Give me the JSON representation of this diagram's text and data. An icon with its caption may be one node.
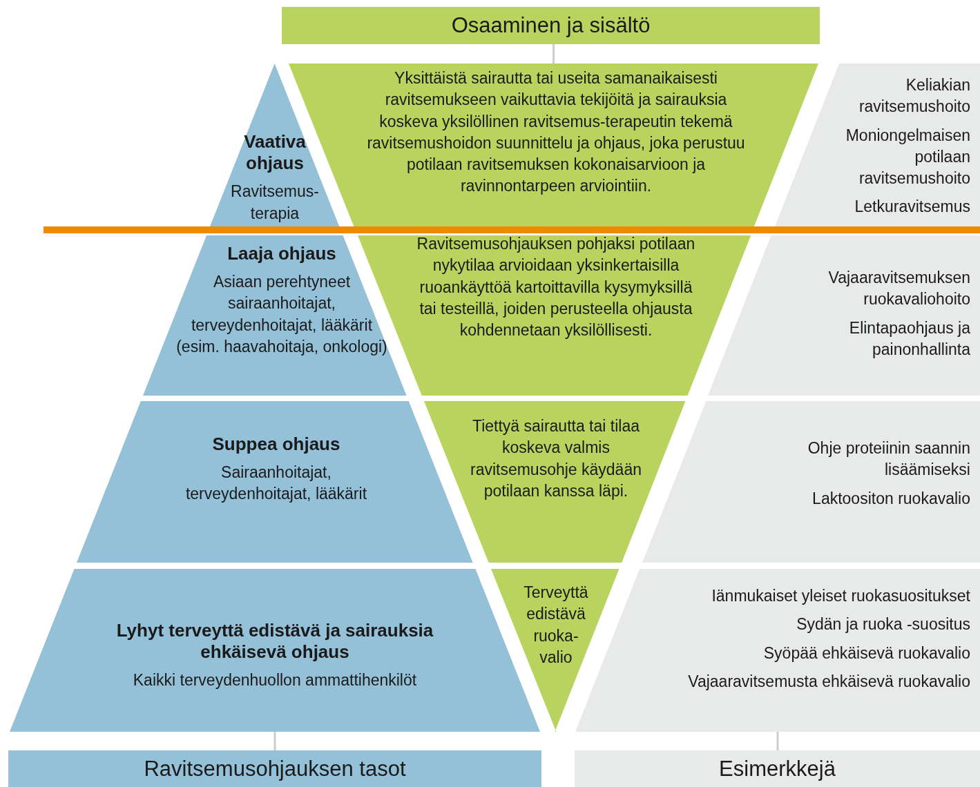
{
  "diagram": {
    "nodes": [
      {
        "text": [
          "Osaaminen ja sisältö"
        ]
      },
      {
        "text": [
          "Vaativa ohjaus",
          "Ravitsemus-terapia"
        ]
      },
      {
        "text": [
          "Yksittäistä sairautta tai useita samanaikaisesti ravitsemukseen vaikuttavia tekijöitä ja sairauksia koskeva yksilöllinen ravitsemus-terapeutin tekemä ravitsemushoidon suunnittelu ja ohjaus, joka perustuu potilaan ravitsemuksen kokonaisarvioon ja ravinnontarpeen arviointiin."
        ]
      },
      {
        "text": [
          "Keliakian ravitsemushoito",
          "Moniongelmaisen potilaan ravitsemushoito",
          "Letkuravitsemus"
        ]
      },
      {
        "text": [
          "Laaja ohjaus",
          "Asiaan perehtyneet sairaanhoitajat, terveydenhoitajat, lääkärit (esim. haavahoitaja, onkologi)"
        ]
      },
      {
        "text": [
          "Ravitsemusohjauksen pohjaksi potilaan nykytilaa arvioidaan yksinkertaisilla ruoankäyttöä kartoittavilla kysymyksillä tai testeillä, joiden perusteella ohjausta kohdennetaan yksilöllisesti."
        ]
      },
      {
        "text": [
          "Vajaaravitsemuksen ruokavaliohoito",
          "Elintapaohjaus ja painonhallinta"
        ]
      },
      {
        "text": [
          "Suppea ohjaus",
          "Sairaanhoitajat, terveydenhoitajat, lääkärit"
        ]
      },
      {
        "text": [
          "Tiettyä sairautta tai tilaa koskeva valmis ravitsemusohje käydään potilaan kanssa läpi."
        ]
      },
      {
        "text": [
          "Ohje proteiinin saannin lisäämiseksi",
          "Laktoositon ruokavalio"
        ]
      },
      {
        "text": [
          "Lyhyt terveyttä edistävä ja sairauksia ehkäisevä ohjaus",
          "Kaikki terveydenhuollon ammattihenkilöt"
        ]
      },
      {
        "text": [
          "Terveyttä edistävä ruoka-valio"
        ]
      },
      {
        "text": [
          "Iänmukaiset yleiset ruokasuositukset",
          "Sydän ja ruoka -suositus",
          "Syöpää ehkäisevä ruokavalio",
          "Vajaaravitsemusta ehkäisevä ruokavalio"
        ]
      },
      {
        "text": [
          "Ravitsemusohjauksen tasot"
        ]
      },
      {
        "text": [
          "Esimerkkejä"
        ]
      }
    ],
    "edges": [
      {
        "from": 0,
        "to": 2,
        "arrow": "none"
      },
      {
        "from": 10,
        "to": 13,
        "arrow": "none"
      },
      {
        "from": 12,
        "to": 14,
        "arrow": "none"
      }
    ]
  }
}
